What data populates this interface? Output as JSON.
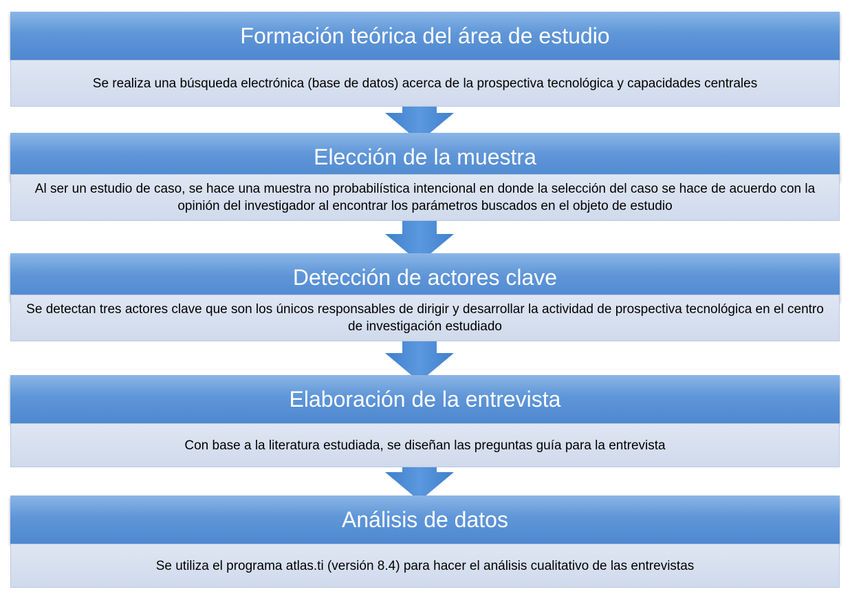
{
  "steps": [
    {
      "title": "Formación teórica del área de estudio",
      "description": "Se realiza una búsqueda electrónica (base de datos) acerca de la prospectiva tecnológica y capacidades centrales"
    },
    {
      "title": "Elección de la muestra",
      "description": "Al ser un estudio de caso, se hace una muestra no probabilística intencional en donde la selección del caso se hace de acuerdo con la opinión del investigador al encontrar los parámetros buscados en el objeto de estudio"
    },
    {
      "title": "Detección de actores clave",
      "description": "Se detectan tres actores clave que son los únicos responsables de dirigir y desarrollar la actividad de prospectiva tecnológica en el centro de investigación estudiado"
    },
    {
      "title": "Elaboración de la entrevista",
      "description": "Con base a la literatura estudiada, se diseñan las preguntas guía para la entrevista"
    },
    {
      "title": "Análisis de datos",
      "description": "Se utiliza el programa atlas.ti (versión 8.4) para hacer el análisis cualitativo de las entrevistas"
    }
  ],
  "colors": {
    "header_gradient_top": "#8ab6e6",
    "header_gradient_bottom": "#4f88d0",
    "description_bg": "#d4deee",
    "arrow": "#4a8ad4"
  }
}
